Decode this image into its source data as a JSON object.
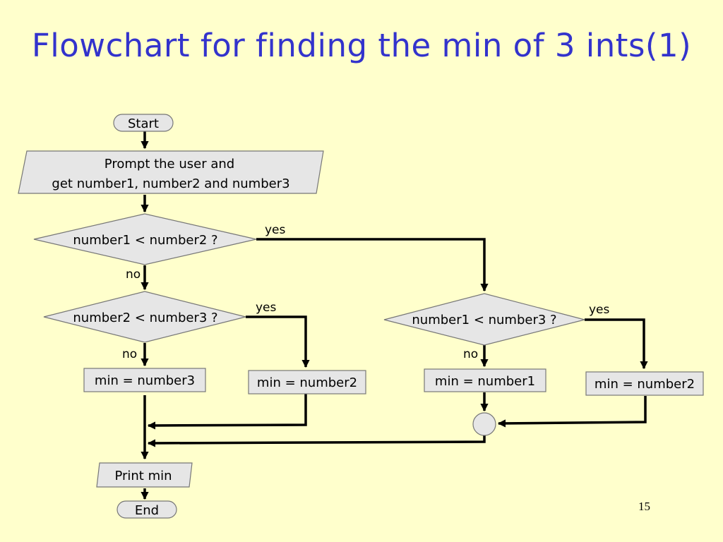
{
  "slide": {
    "title": "Flowchart for finding the min of 3 ints(1)",
    "page_number": "15",
    "background": "#ffffcc",
    "title_color": "#3333cc"
  },
  "flowchart": {
    "start": "Start",
    "input_line1": "Prompt the user and",
    "input_line2": "get number1, number2 and number3",
    "decision1": "number1 < number2 ?",
    "decision2": "number2 < number3 ?",
    "decision3": "number1 < number3 ?",
    "assign_min3": "min = number3",
    "assign_min2_left": "min = number2",
    "assign_min1": "min = number1",
    "assign_min2_right": "min = number2",
    "print": "Print min",
    "end": "End",
    "yes1": "yes",
    "no1": "no",
    "yes2": "yes",
    "no2": "no",
    "yes3": "yes",
    "no3": "no"
  }
}
